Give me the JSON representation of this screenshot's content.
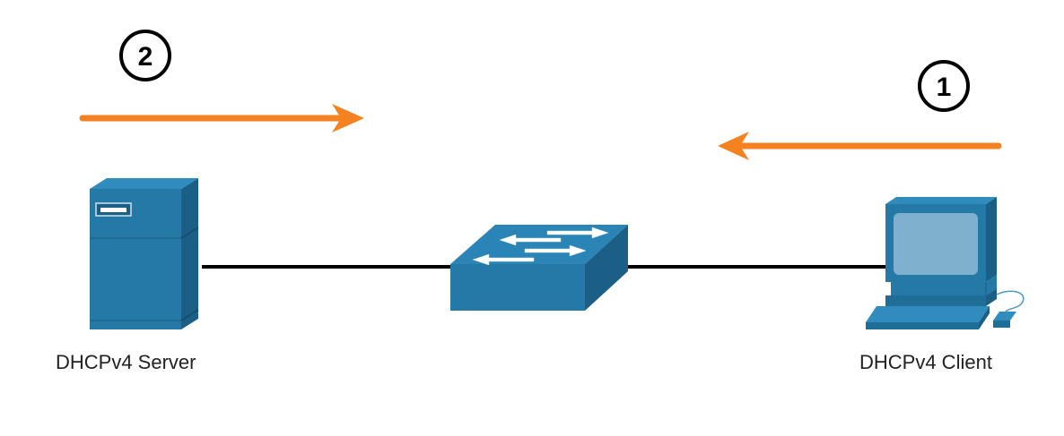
{
  "diagram": {
    "steps": [
      {
        "number": "2",
        "direction": "server-to-client"
      },
      {
        "number": "1",
        "direction": "client-to-server"
      }
    ],
    "nodes": {
      "server": {
        "label": "DHCPv4 Server",
        "icon": "server-icon"
      },
      "switch": {
        "icon": "switch-icon"
      },
      "client": {
        "label": "DHCPv4 Client",
        "icon": "desktop-computer-icon"
      }
    },
    "colors": {
      "arrow": "#f58220",
      "device_front": "#2479a6",
      "device_side": "#1b5e86",
      "device_top": "#2f8cbd",
      "link": "#000000",
      "screen": "#7fb1cf"
    }
  }
}
